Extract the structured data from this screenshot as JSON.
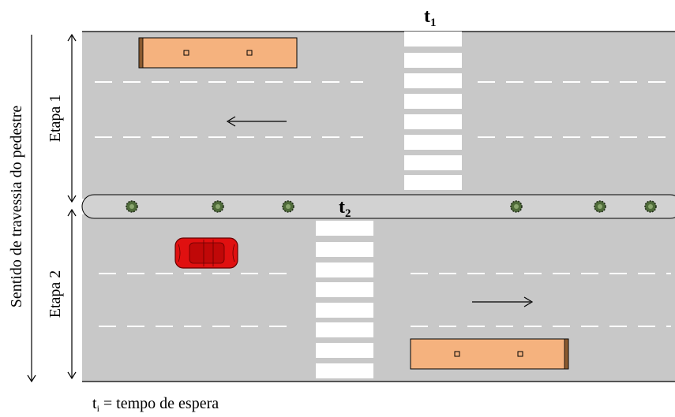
{
  "labels": {
    "t1_main": "t",
    "t1_sub": "1",
    "t2_main": "t",
    "t2_sub": "2",
    "etapa1": "Etapa 1",
    "etapa2": "Etapa 2",
    "crossing_direction": "Sentido de travessia do pedestre",
    "legend_main": "t",
    "legend_sub": "i",
    "legend_text": " = tempo de espera"
  },
  "colors": {
    "road": "#c8c8c8",
    "lane_dash": "#ffffff",
    "crosswalk": "#ffffff",
    "median": "#d2d2d2",
    "bus": "#f5b27e",
    "car": "#e01010",
    "tree": "#4f6b3a",
    "border": "#000000"
  },
  "icons": {
    "bus": "bus-icon",
    "car": "car-icon",
    "tree": "tree-icon",
    "direction_arrow": "arrow-icon"
  }
}
